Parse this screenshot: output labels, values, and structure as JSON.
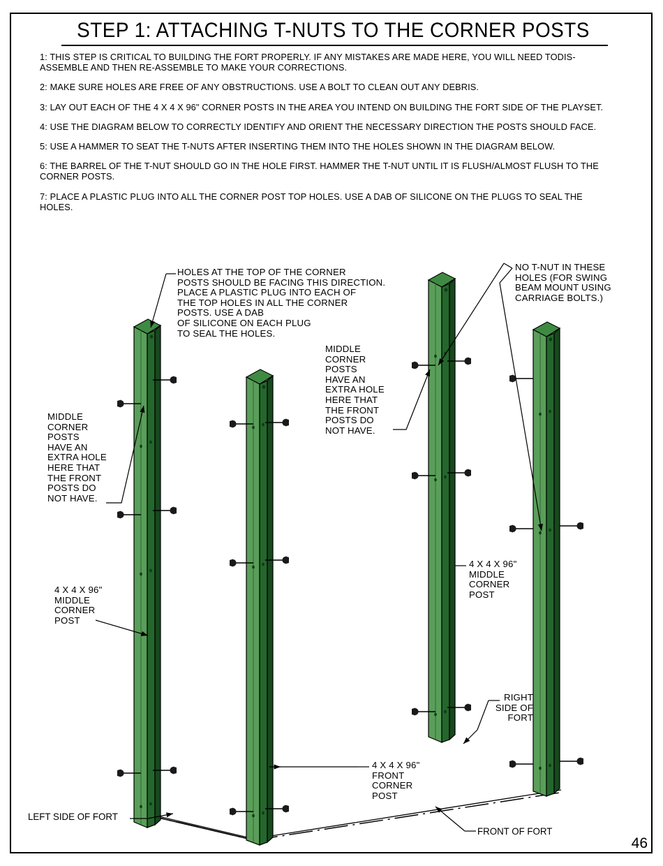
{
  "document": {
    "title": "STEP 1: ATTACHING T-NUTS TO THE CORNER POSTS",
    "page_number": "46"
  },
  "instructions": [
    "1: THIS STEP IS CRITICAL TO BUILDING THE FORT PROPERLY. IF ANY MISTAKES ARE MADE HERE, YOU WILL NEED TODIS-ASSEMBLE AND THEN RE-ASSEMBLE TO MAKE YOUR CORRECTIONS.",
    "2: MAKE SURE HOLES ARE FREE OF ANY OBSTRUCTIONS. USE A BOLT TO CLEAN OUT ANY DEBRIS.",
    "3: LAY OUT EACH OF THE 4 X 4 X 96\" CORNER POSTS IN THE AREA YOU INTEND ON BUILDING THE FORT SIDE OF THE PLAYSET.",
    "4: USE THE DIAGRAM BELOW TO CORRECTLY IDENTIFY AND ORIENT THE NECESSARY DIRECTION THE POSTS SHOULD FACE.",
    "5: USE A HAMMER TO SEAT THE T-NUTS AFTER INSERTING THEM INTO THE HOLES SHOWN IN THE DIAGRAM BELOW.",
    "6: THE BARREL OF THE T-NUT SHOULD GO IN THE HOLE FIRST. HAMMER THE T-NUT UNTIL IT IS FLUSH/ALMOST FLUSH TO THE CORNER POSTS.",
    "7: PLACE A PLASTIC PLUG INTO ALL THE CORNER POST TOP HOLES. USE A DAB OF SILICONE ON THE PLUGS TO SEAL THE HOLES."
  ],
  "callouts": {
    "top_holes": "HOLES AT THE TOP OF THE CORNER\nPOSTS SHOULD BE FACING THIS DIRECTION.\nPLACE A PLASTIC PLUG INTO EACH OF\nTHE TOP HOLES IN ALL THE CORNER\nPOSTS. USE A DAB\nOF SILICONE ON EACH PLUG\nTO SEAL THE HOLES.",
    "no_tnut": "NO T-NUT IN THESE\nHOLES (FOR SWING\nBEAM MOUNT USING\nCARRIAGE BOLTS.)",
    "extra_hole_center": "MIDDLE\nCORNER\nPOSTS\nHAVE AN\nEXTRA HOLE\nHERE THAT\nTHE FRONT\nPOSTS DO\nNOT HAVE.",
    "extra_hole_left": "MIDDLE\nCORNER\nPOSTS\nHAVE AN\nEXTRA HOLE\nHERE THAT\nTHE FRONT\nPOSTS DO\nNOT HAVE.",
    "left_post_label": "4 X 4 X 96\"\nMIDDLE\nCORNER\nPOST",
    "right_post_label": "4 X 4 X 96\"\nMIDDLE\nCORNER\nPOST",
    "front_post_label": "4 X 4 X 96\"\nFRONT\nCORNER\nPOST",
    "right_side_of_fort": "RIGHT\nSIDE OF\nFORT",
    "left_side_of_fort": "LEFT SIDE OF FORT",
    "front_of_fort": "FRONT OF FORT"
  },
  "colors": {
    "post_light": "#5a9e5a",
    "post_mid": "#3f8a43",
    "post_dark": "#1f5c28",
    "post_darker": "#14401c",
    "outline": "#000000",
    "paper": "#ffffff"
  }
}
